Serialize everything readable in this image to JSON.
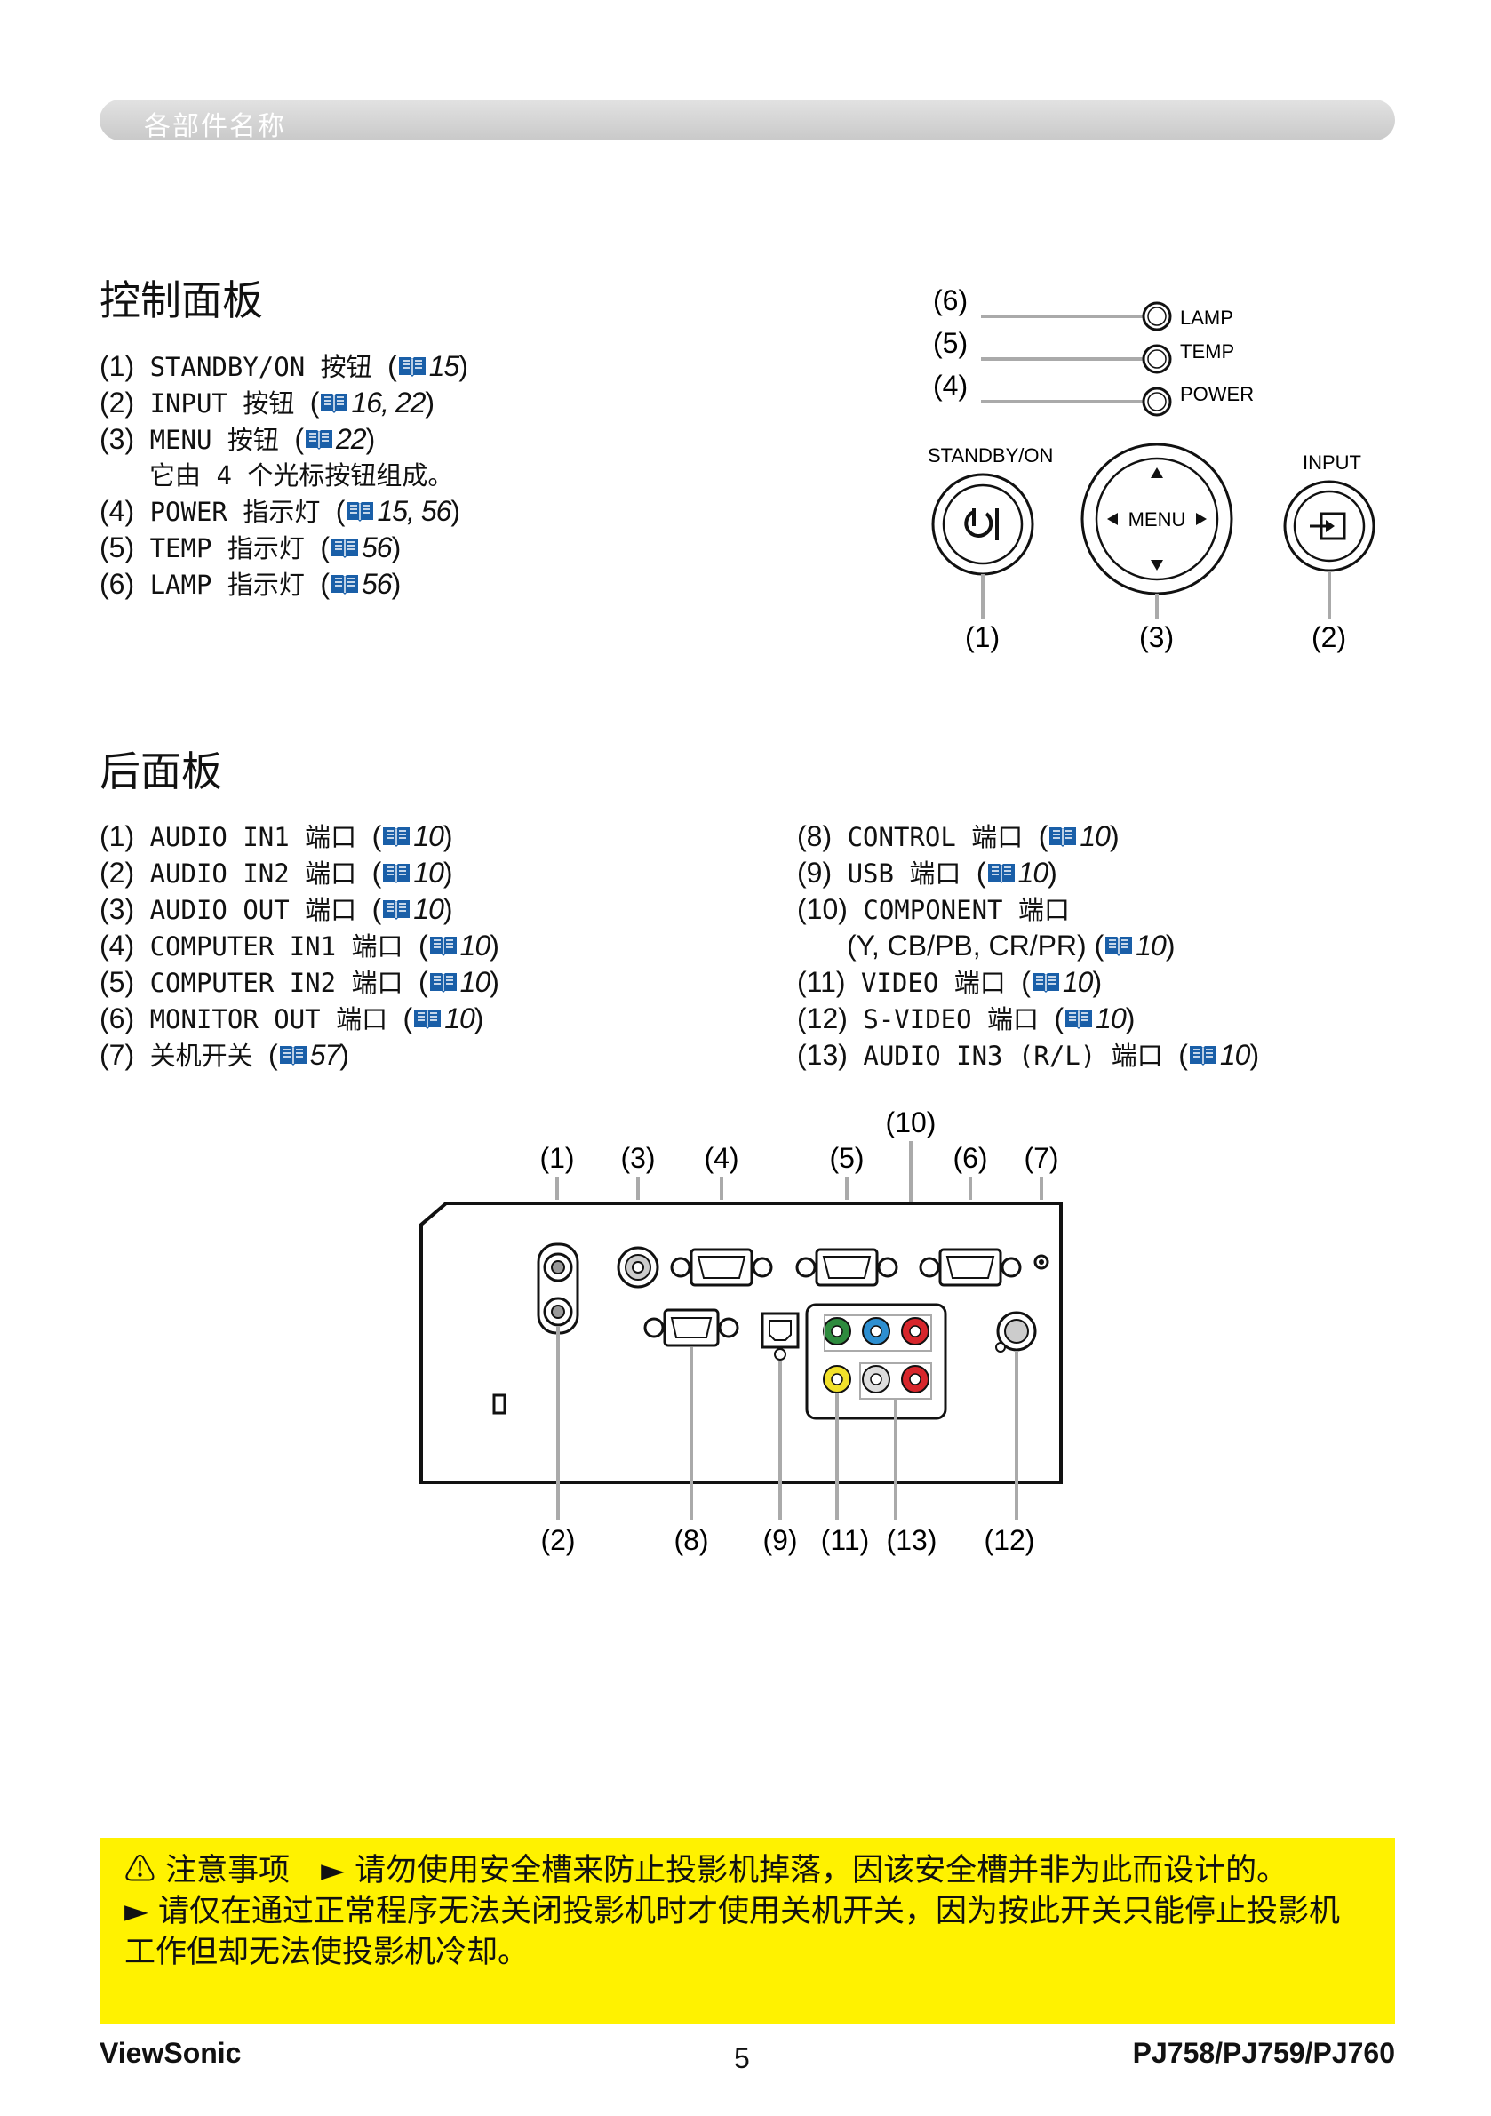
{
  "header": {
    "title": "各部件名称"
  },
  "control_panel": {
    "heading": "控制面板",
    "items": [
      {
        "num": "(1)",
        "text": " STANDBY/ON 按钮 ",
        "ref": "15"
      },
      {
        "num": "(2)",
        "text": " INPUT 按钮 ",
        "ref": "16, 22"
      },
      {
        "num": "(3)",
        "text": " MENU 按钮 ",
        "ref": "22"
      },
      {
        "num": "",
        "text": "它由 4 个光标按钮组成。",
        "ref": ""
      },
      {
        "num": "(4)",
        "text": " POWER 指示灯 ",
        "ref": "15, 56"
      },
      {
        "num": "(5)",
        "text": " TEMP 指示灯 ",
        "ref": "56"
      },
      {
        "num": "(6)",
        "text": " LAMP 指示灯 ",
        "ref": "56"
      }
    ],
    "diagram": {
      "indicators": [
        {
          "num": "(6)",
          "label": "LAMP"
        },
        {
          "num": "(5)",
          "label": "TEMP"
        },
        {
          "num": "(4)",
          "label": "POWER"
        }
      ],
      "standby_label": "STANDBY/ON",
      "input_label": "INPUT",
      "menu_label": "MENU",
      "callouts": [
        "(1)",
        "(3)",
        "(2)"
      ]
    }
  },
  "rear_panel": {
    "heading": "后面板",
    "left_items": [
      {
        "num": "(1)",
        "text": " AUDIO IN1 端口 ",
        "ref": "10"
      },
      {
        "num": "(2)",
        "text": " AUDIO IN2 端口 ",
        "ref": "10"
      },
      {
        "num": "(3)",
        "text": " AUDIO OUT 端口 ",
        "ref": "10"
      },
      {
        "num": "(4)",
        "text": " COMPUTER IN1 端口 ",
        "ref": "10"
      },
      {
        "num": "(5)",
        "text": " COMPUTER IN2 端口 ",
        "ref": "10"
      },
      {
        "num": "(6)",
        "text": " MONITOR OUT 端口 ",
        "ref": "10"
      },
      {
        "num": "(7)",
        "text": " 关机开关 ",
        "ref": "57"
      }
    ],
    "right_items": [
      {
        "num": "(8)",
        "text": "  CONTROL 端口 ",
        "ref": "10"
      },
      {
        "num": "(9)",
        "text": "  USB 端口 ",
        "ref": "10"
      },
      {
        "num": "(10)",
        "text": " COMPONENT 端口",
        "ref": ""
      },
      {
        "num": "",
        "text": "(Y, CB/PB, CR/PR) ",
        "ref": "10"
      },
      {
        "num": "(11)",
        "text": " VIDEO 端口 ",
        "ref": "10"
      },
      {
        "num": "(12)",
        "text": " S-VIDEO 端口 ",
        "ref": "10"
      },
      {
        "num": "(13)",
        "text": " AUDIO IN3 (R/L) 端口 ",
        "ref": "10"
      }
    ],
    "diagram": {
      "top_callouts": [
        "(1)",
        "(3)",
        "(4)",
        "(5)",
        "(10)",
        "(6)",
        "(7)"
      ],
      "bottom_callouts": [
        "(2)",
        "(8)",
        "(9)",
        "(11)",
        "(13)",
        "(12)"
      ]
    }
  },
  "warning": {
    "line1": "⚠ 注意事项　► 请勿使用安全槽来防止投影机掉落，因该安全槽并非为此而设计的。",
    "line2": "► 请仅在通过正常程序无法关闭投影机时才使用关机开关，因为按此开关只能停止投影机工作但却无法使投影机冷却。"
  },
  "footer": {
    "brand": "ViewSonic",
    "page": "5",
    "model": "PJ758/PJ759/PJ760"
  },
  "colors": {
    "warning_bg": "#fff200",
    "header_bar": "#cccccc",
    "book_icon": "#1a5fa8"
  }
}
